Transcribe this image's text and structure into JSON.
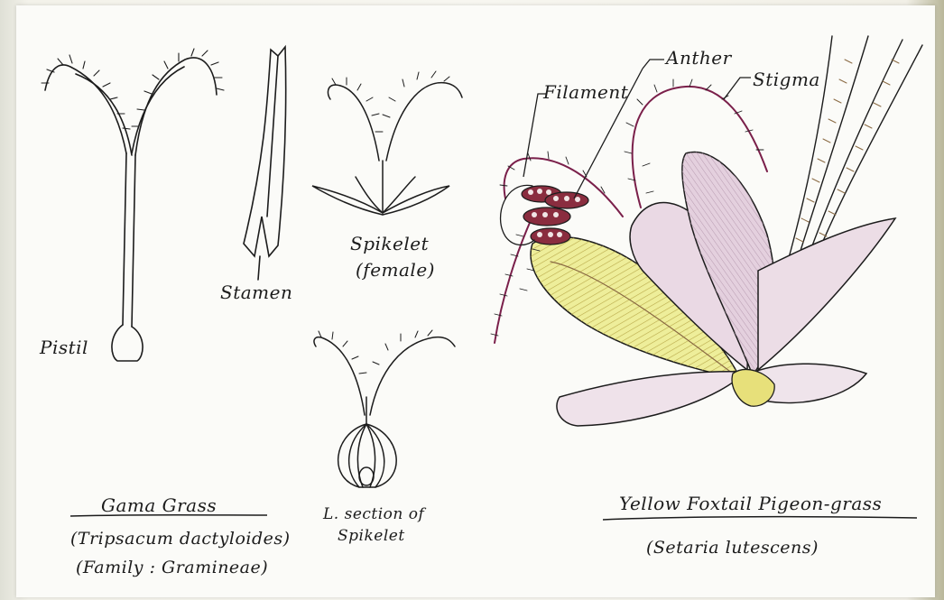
{
  "labels": {
    "pistil": "Pistil",
    "stamen": "Stamen",
    "spikelet_female_line1": "Spikelet",
    "spikelet_female_line2": "(female)",
    "section_line1": "L. section of",
    "section_line2": "Spikelet",
    "filament": "Filament",
    "anther": "Anther",
    "stigma": "Stigma"
  },
  "captions": {
    "left_title": "Gama Grass",
    "left_species": "(Tripsacum dactyloides)",
    "left_family": "(Family : Gramineae)",
    "right_title": "Yellow Foxtail  Pigeon-grass",
    "right_species": "(Setaria lutescens)"
  },
  "colors": {
    "ink": "#1c1c1c",
    "stigma_purple": "#7a1f4a",
    "anther_maroon": "#6b1f2e",
    "glume_pink": "#e9dbe3",
    "lemma_yellow": "#e4e58a",
    "rachis_brown": "#8a6a43",
    "paper": "#fbfbf8"
  }
}
